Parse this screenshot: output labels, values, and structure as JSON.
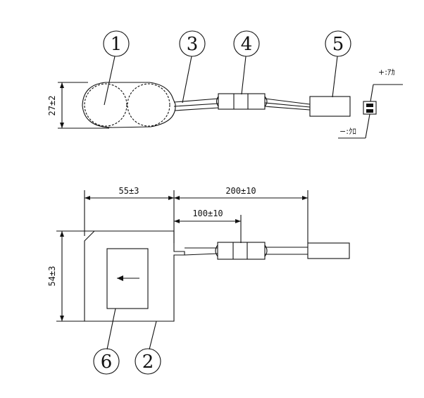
{
  "balloons": {
    "b1": "1",
    "b2": "2",
    "b3": "3",
    "b4": "4",
    "b5": "5",
    "b6": "6"
  },
  "dimensions": {
    "height_top": "27±2",
    "width_body": "55±3",
    "lead_total": "200±10",
    "lead_partial": "100±10",
    "height_body": "54±3"
  },
  "polarity": {
    "plus": "+:ｱｶ",
    "minus": "−:ｸﾛ"
  },
  "colors": {
    "line": "#111111",
    "paper": "#ffffff"
  }
}
